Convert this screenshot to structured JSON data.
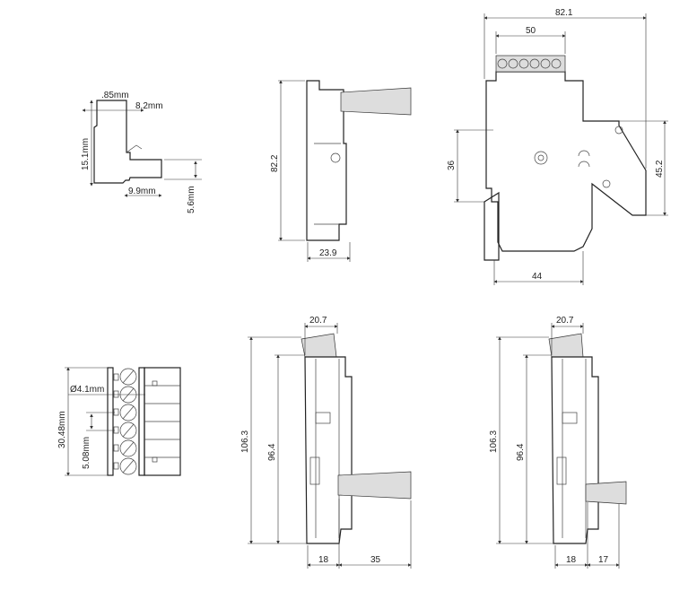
{
  "views": {
    "connector_side": {
      "top_width": ".85mm",
      "top_depth": "8.2mm",
      "height": "15.1mm",
      "foot_width": "9.9mm",
      "foot_height": "5.6mm"
    },
    "relay_side": {
      "height": "82.2",
      "width": "23.9"
    },
    "front": {
      "overall_width": "82.1",
      "terminal_width": "50",
      "left_height": "36",
      "right_height": "45.2",
      "bottom_width": "44"
    },
    "terminal_block": {
      "hole_diameter": "Ø4.1mm",
      "total_pitch": "30.48mm",
      "pitch": "5.08mm"
    },
    "side_long_lever": {
      "top_width": "20.7",
      "overall_height": "106.3",
      "body_height": "96.4",
      "base_width": "18",
      "lever_length": "35"
    },
    "side_short_lever": {
      "top_width": "20.7",
      "overall_height": "106.3",
      "body_height": "96.4",
      "base_width": "18",
      "lever_length": "17"
    }
  }
}
